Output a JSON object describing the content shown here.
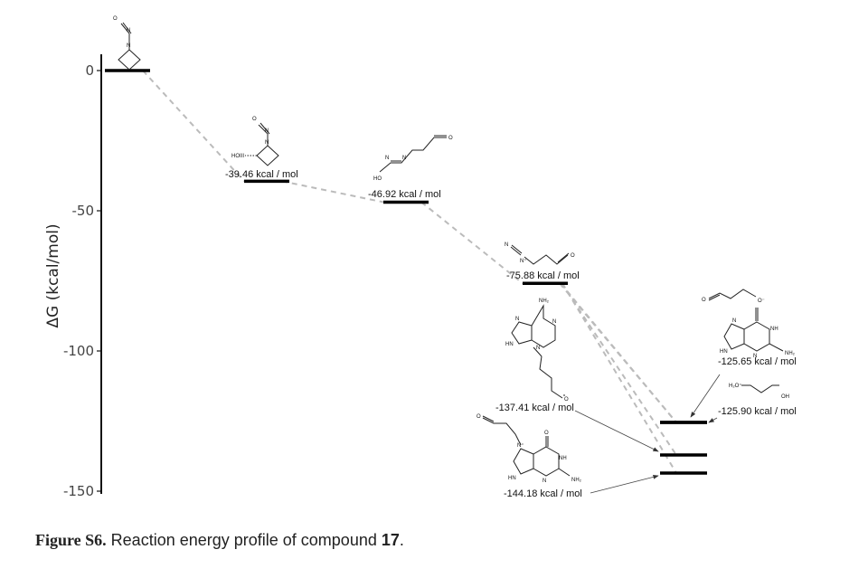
{
  "chart_data": {
    "type": "energy-profile",
    "ylabel": "ΔG (kcal/mol)",
    "yticks": [
      0,
      -50,
      -100,
      -150
    ],
    "ylim": [
      -153,
      8
    ],
    "grid": false,
    "levels": [
      {
        "id": "L0",
        "value": 0,
        "label": ""
      },
      {
        "id": "L1",
        "value": -39.46,
        "label": "-39.46 kcal / mol"
      },
      {
        "id": "L2",
        "value": -46.92,
        "label": "-46.92 kcal / mol"
      },
      {
        "id": "L3",
        "value": -75.88,
        "label": "-75.88 kcal / mol"
      },
      {
        "id": "L4",
        "value": -125.65,
        "label": "-125.65 kcal / mol"
      },
      {
        "id": "L5",
        "value": -125.9,
        "label": "-125.90 kcal / mol"
      },
      {
        "id": "L6",
        "value": -137.41,
        "label": "-137.41 kcal / mol"
      },
      {
        "id": "L7",
        "value": -144.18,
        "label": "-144.18 kcal / mol"
      }
    ],
    "connections": [
      [
        "L0",
        "L1"
      ],
      [
        "L1",
        "L2"
      ],
      [
        "L2",
        "L3"
      ],
      [
        "L3",
        "L4"
      ],
      [
        "L3",
        "L5"
      ],
      [
        "L3",
        "L6"
      ],
      [
        "L3",
        "L7"
      ]
    ]
  },
  "caption": {
    "figure": "Figure S6.",
    "text": " Reaction energy profile of compound ",
    "compound": "17",
    "end": "."
  },
  "atoms": {
    "N": "N",
    "O": "O",
    "HO": "HO",
    "HOIII": "HOIII",
    "NH": "NH",
    "NH2": "NH₂",
    "HN": "HN",
    "Nplus": "N⁺",
    "H2Oplus": "H₂O⁺",
    "OH": "OH",
    "Ominus": "O⁻",
    "N2plus": "N⁺"
  }
}
